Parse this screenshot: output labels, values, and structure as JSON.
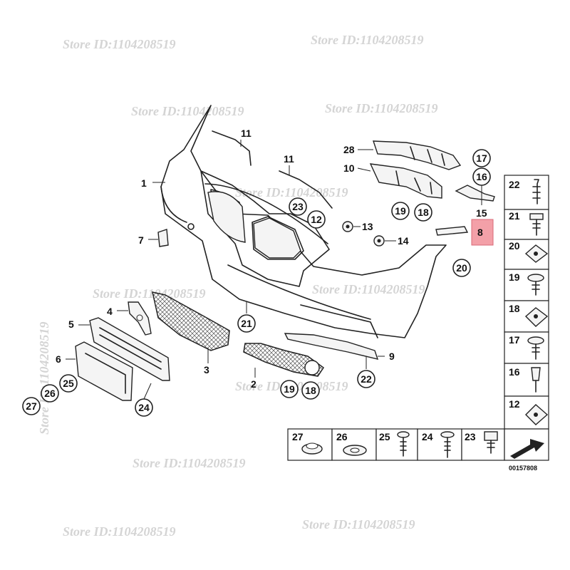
{
  "watermark": {
    "text": "Store ID:1104208519"
  },
  "diagram_code": "00157808",
  "highlight_color": "#f3a0a8",
  "parts": {
    "p1": "1",
    "p2": "2",
    "p3": "3",
    "p4": "4",
    "p5": "5",
    "p6": "6",
    "p7": "7",
    "p8": "8",
    "p9": "9",
    "p10": "10",
    "p11a": "11",
    "p11b": "11",
    "p12": "12",
    "p13": "13",
    "p14": "14",
    "p15": "15",
    "p16": "16",
    "p17": "17",
    "p18a": "18",
    "p18b": "18",
    "p19a": "19",
    "p19b": "19",
    "p20": "20",
    "p21": "21",
    "p22": "22",
    "p23": "23",
    "p24": "24",
    "p25": "25",
    "p26": "26",
    "p27": "27",
    "p28": "28"
  },
  "fastener_column": [
    "22",
    "21",
    "20",
    "19",
    "18",
    "17",
    "16",
    "12"
  ],
  "fastener_row": [
    "27",
    "26",
    "25",
    "24",
    "23"
  ]
}
